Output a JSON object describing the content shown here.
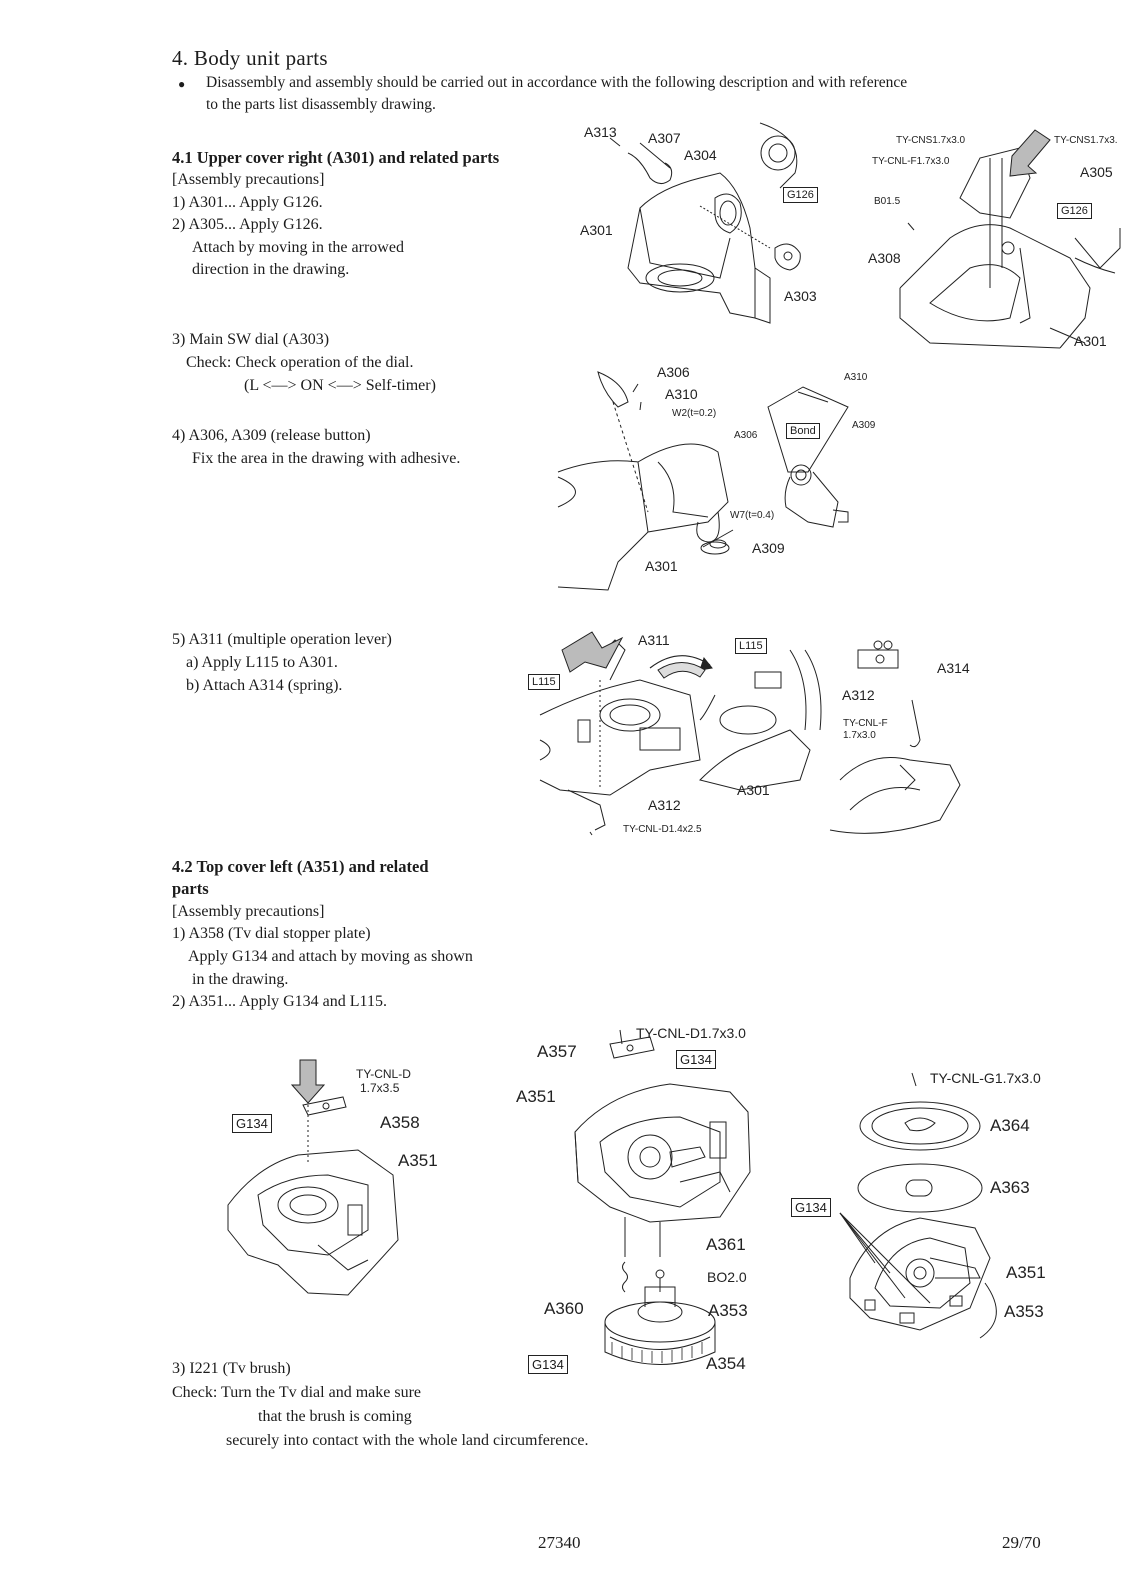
{
  "heading": "4. Body unit parts",
  "intro": {
    "line1": "Disassembly and assembly should be carried out in accordance with the following description and with reference",
    "line2": "to the parts list disassembly drawing."
  },
  "s41": {
    "title": "4.1 Upper cover right (A301) and related parts",
    "precautions": "[Assembly precautions]",
    "l1": "1) A301... Apply G126.",
    "l2": "2) A305... Apply G126.",
    "l2a": "Attach by moving in the arrowed",
    "l2b": "direction in the drawing.",
    "l3": "3) Main SW dial (A303)",
    "l3a": "Check: Check operation of the dial.",
    "l3b": "(L <—> ON <—> Self-timer)",
    "l4": "4) A306, A309 (release button)",
    "l4a": "Fix the area in the drawing with adhesive.",
    "l5": "5) A311 (multiple operation lever)",
    "l5a": "a) Apply L115 to A301.",
    "l5b": "b) Attach A314 (spring)."
  },
  "s42": {
    "title1": "4.2 Top cover left (A351) and related",
    "title2": "parts",
    "precautions": "[Assembly precautions]",
    "l1": "1) A358 (Tv dial stopper plate)",
    "l1a": "Apply G134 and attach by moving as shown",
    "l1b": "in the drawing.",
    "l2": "2) A351... Apply G134 and L115.",
    "l3": "3) I221 (Tv brush)",
    "l3a": "Check: Turn the Tv dial and make sure",
    "l3b": "that the brush is coming",
    "l3c": "securely into contact with the whole land circumference."
  },
  "fig1": {
    "a313": "A313",
    "a307": "A307",
    "a304": "A304",
    "g126": "G126",
    "a301": "A301",
    "a303": "A303"
  },
  "fig2": {
    "cns1": "TY-CNS1.7x3.0",
    "cns2": "TY-CNS1.7x3.",
    "cnl": "TY-CNL-F1.7x3.0",
    "a305": "A305",
    "b015": "B01.5",
    "g126": "G126",
    "a308": "A308",
    "a301": "A301"
  },
  "fig3": {
    "a306": "A306",
    "a310": "A310",
    "w2": "W2(t=0.2)",
    "a310b": "A310",
    "a306b": "A306",
    "bond": "Bond",
    "a309b": "A309",
    "w7": "W7(t=0.4)",
    "a309": "A309",
    "a301": "A301"
  },
  "fig4": {
    "a311": "A311",
    "l115a": "L115",
    "l115b": "L115",
    "a314": "A314",
    "a312a": "A312",
    "cnlf1": "TY-CNL-F",
    "cnlf2": "1.7x3.0",
    "a301": "A301",
    "a312b": "A312",
    "cnld": "TY-CNL-D1.4x2.5"
  },
  "fig5": {
    "cnld1": "TY-CNL-D",
    "cnld2": "1.7x3.5",
    "g134": "G134",
    "a358": "A358",
    "a351": "A351"
  },
  "fig6": {
    "cnld": "TY-CNL-D1.7x3.0",
    "a357": "A357",
    "g134a": "G134",
    "a351": "A351",
    "a361": "A361",
    "bo20": "BO2.0",
    "a360": "A360",
    "a353": "A353",
    "g134b": "G134",
    "a354": "A354"
  },
  "fig7": {
    "cnlg": "TY-CNL-G1.7x3.0",
    "a364": "A364",
    "a363": "A363",
    "g134": "G134",
    "a351": "A351",
    "a353": "A353"
  },
  "footer": {
    "doc": "27340",
    "page": "29/70"
  }
}
